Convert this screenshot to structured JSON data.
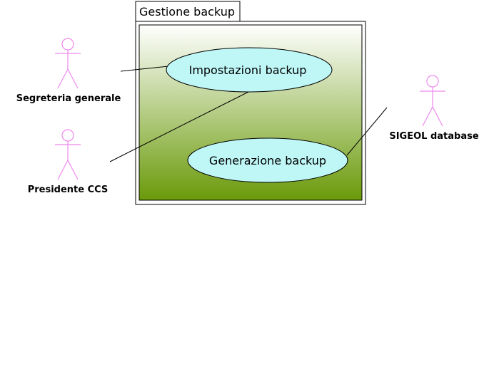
{
  "package": {
    "title": "Gestione backup"
  },
  "use_cases": {
    "impostazioni": "Impostazioni backup",
    "generazione": "Generazione backup"
  },
  "actors": {
    "segreteria": "Segreteria generale",
    "presidente": "Presidente CCS",
    "database": "SIGEOL database"
  },
  "colors": {
    "actor_stroke": "#ee88ee",
    "usecase_fill": "#bff7f7",
    "gradient_top": "#ffffff",
    "gradient_bottom": "#6a9a0a",
    "line": "#000000"
  }
}
